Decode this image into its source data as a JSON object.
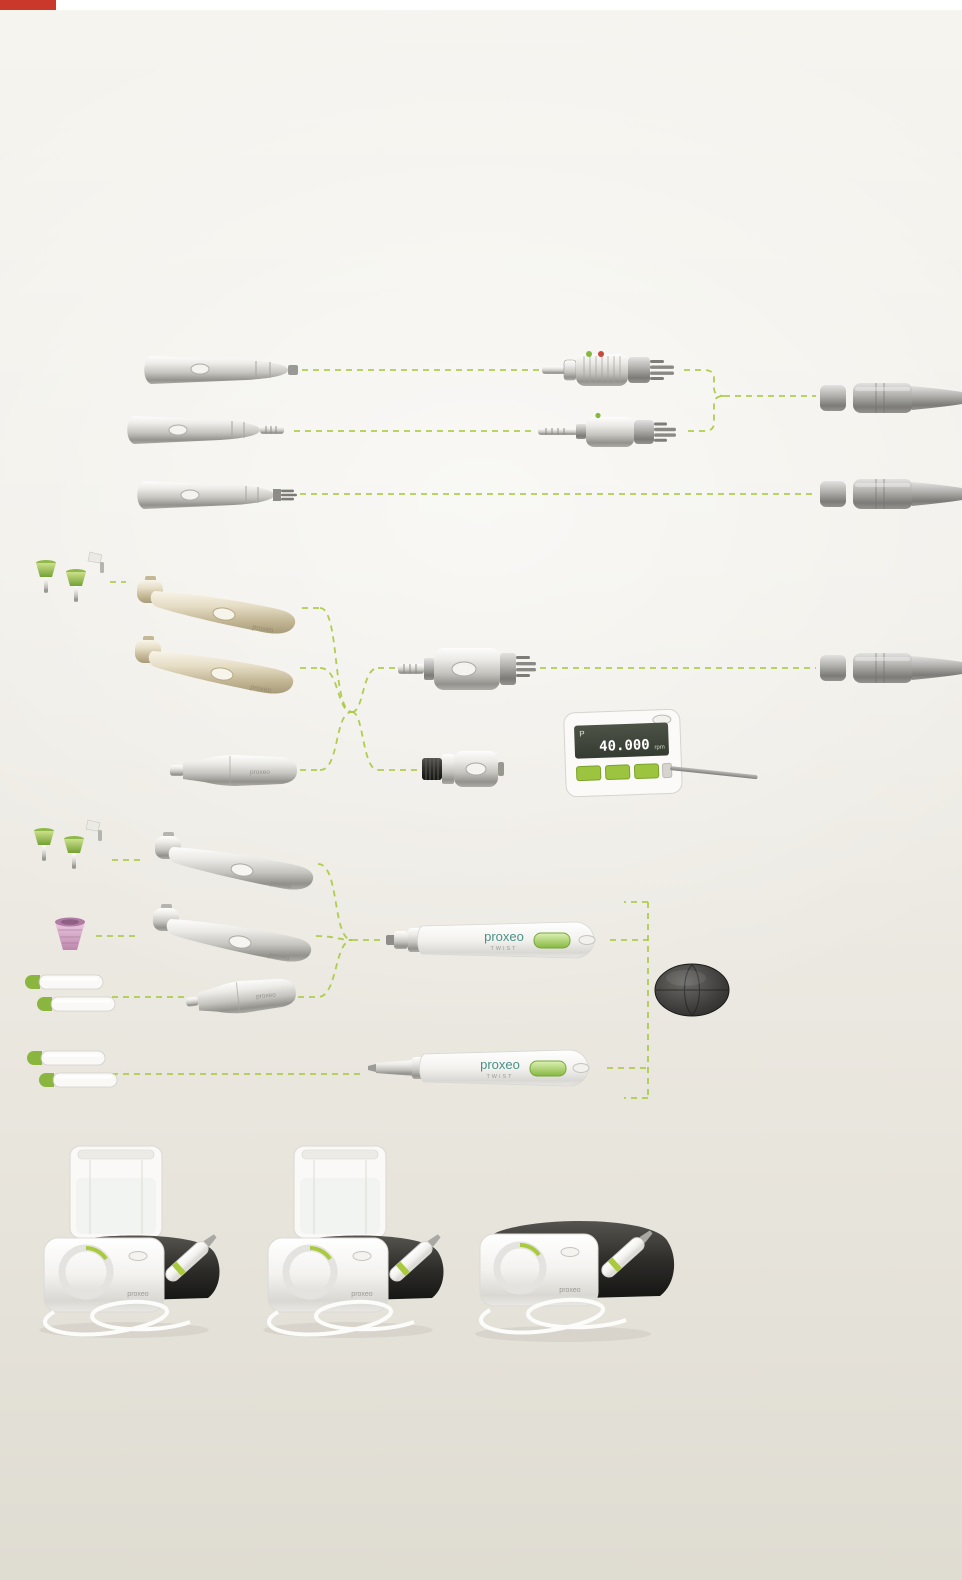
{
  "page": {
    "top_bar_color": "#ffffff",
    "top_accent_color": "#c9382b",
    "background_top": "#f6f4ef",
    "background_bottom": "#dfdcd2"
  },
  "palette": {
    "accent_green": "#a9c93f",
    "device_dark": "#2b2b29",
    "gold_metal": "#cfc4a8",
    "pink_cup": "#cf9ec2",
    "window_green": "#86b842",
    "logo_teal": "#4a9188"
  },
  "brand": {
    "product_line": "proxeo",
    "variant_label": "TWIST"
  },
  "display_unit": {
    "program": "P",
    "value": "40.000",
    "unit": "rpm"
  },
  "icons": {
    "brand_badge": "wh-oval-logo",
    "connection_style": "dashed-green-line",
    "status_dot_green": "green-dot",
    "status_dot_red": "red-dot"
  }
}
